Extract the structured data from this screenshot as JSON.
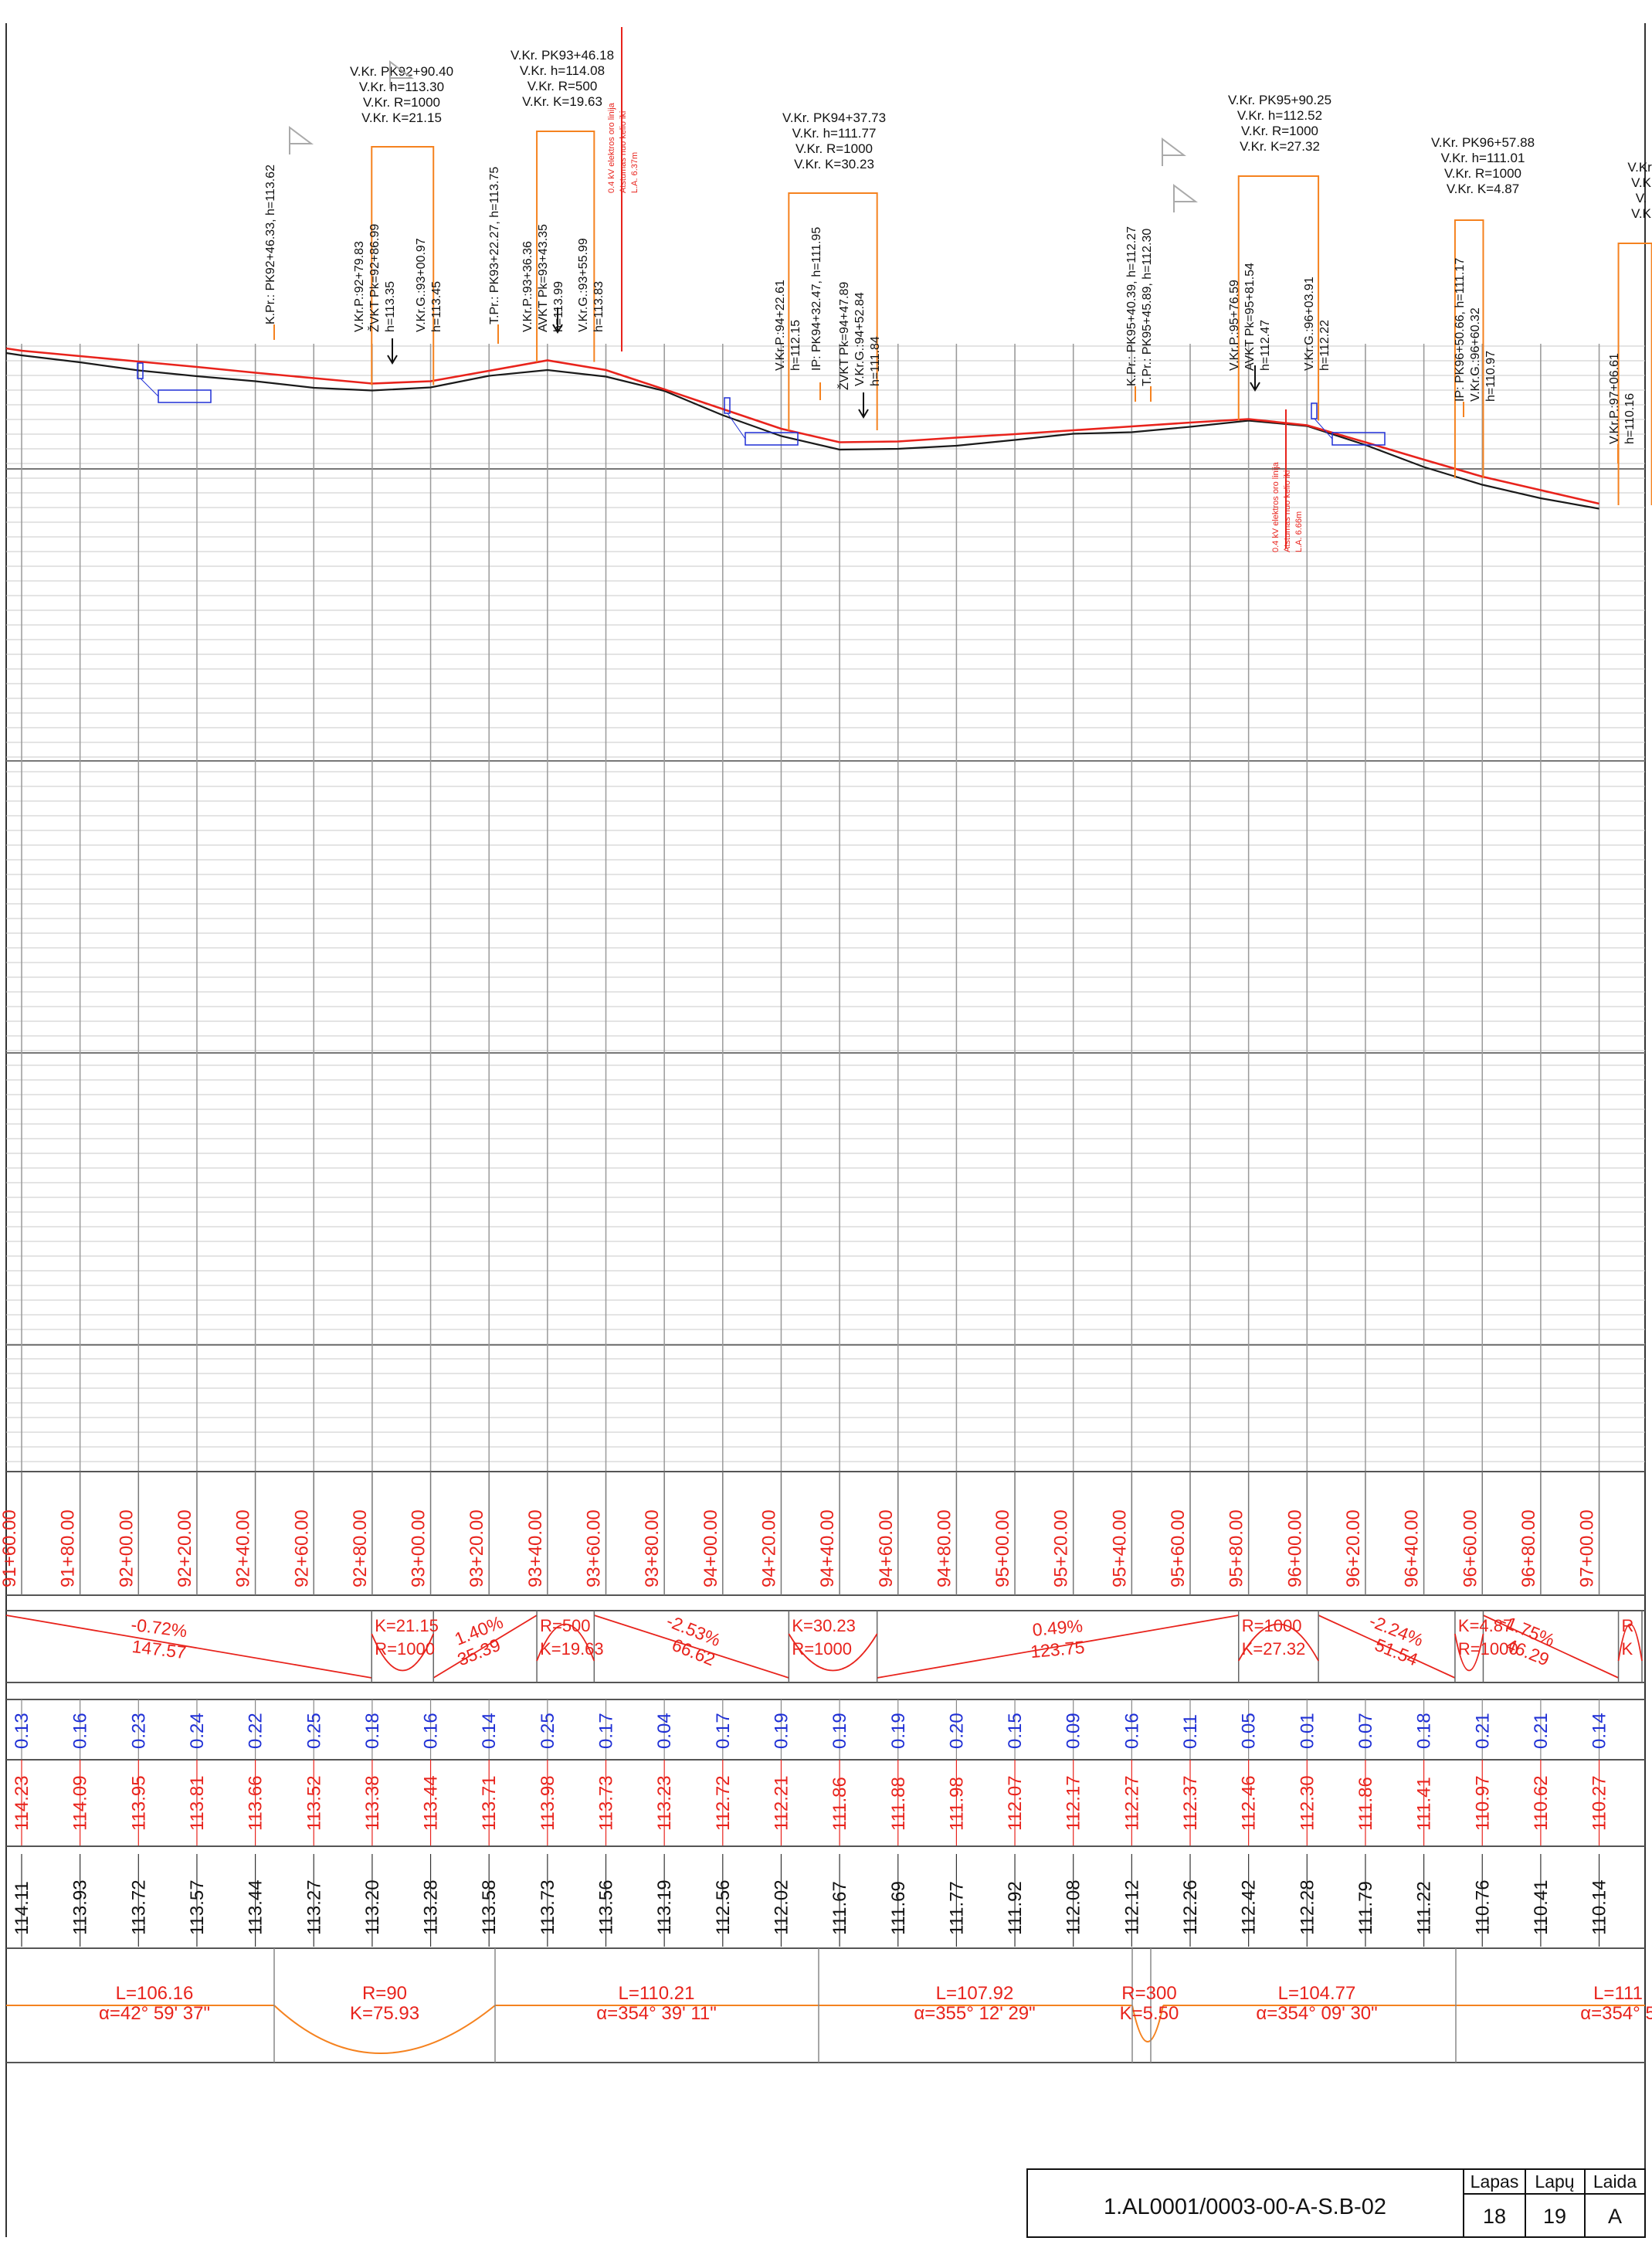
{
  "colors": {
    "design_line": "#e8231c",
    "existing_line": "#1a1a1a",
    "orange": "#f5821f",
    "annot": "#111111",
    "grid": "#9a9a9a",
    "blue": "#1f2fd6",
    "red_text": "#e8231c"
  },
  "stations": [
    "91+60.00",
    "91+80.00",
    "92+00.00",
    "92+20.00",
    "92+40.00",
    "92+60.00",
    "92+80.00",
    "93+00.00",
    "93+20.00",
    "93+40.00",
    "93+60.00",
    "93+80.00",
    "94+00.00",
    "94+20.00",
    "94+40.00",
    "94+60.00",
    "94+80.00",
    "95+00.00",
    "95+20.00",
    "95+40.00",
    "95+60.00",
    "95+80.00",
    "96+00.00",
    "96+20.00",
    "96+40.00",
    "96+60.00",
    "96+80.00",
    "97+00.00"
  ],
  "depths": [
    "0.13",
    "0.16",
    "0.23",
    "0.24",
    "0.22",
    "0.25",
    "0.18",
    "0.16",
    "0.14",
    "0.25",
    "0.17",
    "0.04",
    "0.17",
    "0.19",
    "0.19",
    "0.19",
    "0.20",
    "0.15",
    "0.09",
    "0.16",
    "0.11",
    "0.05",
    "0.01",
    "0.07",
    "0.18",
    "0.21",
    "0.21",
    "0.14"
  ],
  "design_elevations": [
    "114.23",
    "114.09",
    "113.95",
    "113.81",
    "113.66",
    "113.52",
    "113.38",
    "113.44",
    "113.71",
    "113.98",
    "113.73",
    "113.23",
    "112.72",
    "112.21",
    "111.86",
    "111.88",
    "111.98",
    "112.07",
    "112.17",
    "112.27",
    "112.37",
    "112.46",
    "112.30",
    "111.86",
    "111.41",
    "110.97",
    "110.62",
    "110.27"
  ],
  "existing_elevations": [
    "114.11",
    "113.93",
    "113.72",
    "113.57",
    "113.44",
    "113.27",
    "113.20",
    "113.28",
    "113.58",
    "113.73",
    "113.56",
    "113.19",
    "112.56",
    "112.02",
    "111.67",
    "111.69",
    "111.77",
    "111.92",
    "112.08",
    "112.12",
    "112.26",
    "112.42",
    "112.28",
    "111.79",
    "111.22",
    "110.76",
    "110.41",
    "110.14"
  ],
  "grades": [
    {
      "pct": "-0.72%",
      "len": "147.57"
    },
    {
      "pct": "1.40%",
      "len": "35.39"
    },
    {
      "pct": "-2.53%",
      "len": "66.62"
    },
    {
      "pct": "0.49%",
      "len": "123.75"
    },
    {
      "pct": "-2.24%",
      "len": "51.54"
    },
    {
      "pct": "-1.75%",
      "len": "46.29"
    }
  ],
  "grade_curves": [
    {
      "k": "K=21.15",
      "r": "R=1000"
    },
    {
      "r": "R=500",
      "k": "K=19.63"
    },
    {
      "k": "K=30.23",
      "r": "R=1000"
    },
    {
      "r": "R=1000",
      "k": "K=27.32"
    },
    {
      "k": "K=4.87",
      "r": "R=1000"
    },
    {
      "r": "R",
      "k": "K"
    }
  ],
  "plan": [
    {
      "l": "L=106.16",
      "a": "α=42° 59' 37\""
    },
    {
      "r": "R=90",
      "k": "K=75.93"
    },
    {
      "l": "L=110.21",
      "a": "α=354° 39' 11\""
    },
    {
      "l": "L=107.92",
      "a": "α=355° 12' 29\""
    },
    {
      "r": "R=300",
      "k": "K=5.50"
    },
    {
      "l": "L=104.77",
      "a": "α=354° 09' 30\""
    },
    {
      "l": "L=111",
      "a": "α=354° 5"
    }
  ],
  "vc_labels": [
    [
      "V.Kr. PK92+90.40",
      "V.Kr. h=113.30",
      "V.Kr. R=1000",
      "V.Kr. K=21.15"
    ],
    [
      "V.Kr. PK93+46.18",
      "V.Kr. h=114.08",
      "V.Kr. R=500",
      "V.Kr. K=19.63"
    ],
    [
      "V.Kr. PK94+37.73",
      "V.Kr. h=111.77",
      "V.Kr. R=1000",
      "V.Kr. K=30.23"
    ],
    [
      "V.Kr. PK95+90.25",
      "V.Kr. h=112.52",
      "V.Kr. R=1000",
      "V.Kr. K=27.32"
    ],
    [
      "V.Kr. PK96+57.88",
      "V.Kr. h=111.01",
      "V.Kr. R=1000",
      "V.Kr. K=4.87"
    ],
    [
      "V.Kr.",
      "V.K",
      "V.",
      "V.K"
    ]
  ],
  "vertical_labels": [
    "K.Pr.: PK92+46.33, h=113.62",
    "V.Kr.P.:92+79.83",
    "ŽVKT Pk=92+86.99",
    "h=113.35",
    "V.Kr.G.:93+00.97",
    "h=113.45",
    "T.Pr.: PK93+22.27, h=113.75",
    "V.Kr.P.:93+36.36",
    "AVKT Pk=93+43.35",
    "h=113.99",
    "V.Kr.G.:93+55.99",
    "h=113.83",
    "V.Kr.P.:94+22.61",
    "h=112.15",
    "IP: PK94+32.47, h=111.95",
    "ŽVKT Pk=94+47.89",
    "V.Kr.G.:94+52.84",
    "h=111.84",
    "K.Pr.: PK95+40.39, h=112.27",
    "T.Pr.: PK95+45.89, h=112.30",
    "V.Kr.P.:95+76.59",
    "AVKT Pk=95+81.54",
    "h=112.47",
    "V.Kr.G.:96+03.91",
    "h=112.22",
    "IP: PK96+50.66, h=111.17",
    "V.Kr.G.:96+60.32",
    "h=110.97",
    "V.Kr.P.:97+06.61",
    "h=110.16"
  ],
  "red_notes": [
    [
      "0.4 kV elektros oro linija",
      "Atstumas nuo kelio iki",
      "L.A. 6.37m"
    ],
    [
      "0.4 kV elektros oro linija",
      "Atstumas nuo kelio iki",
      "L.A. 6.66m"
    ]
  ],
  "title_block": {
    "code": "1.AL0001/0003-00-A-S.B-02",
    "h_lapas": "Lapas",
    "h_lapu": "Lapų",
    "h_laida": "Laida",
    "lapas": "18",
    "lapu": "19",
    "laida": "A"
  }
}
